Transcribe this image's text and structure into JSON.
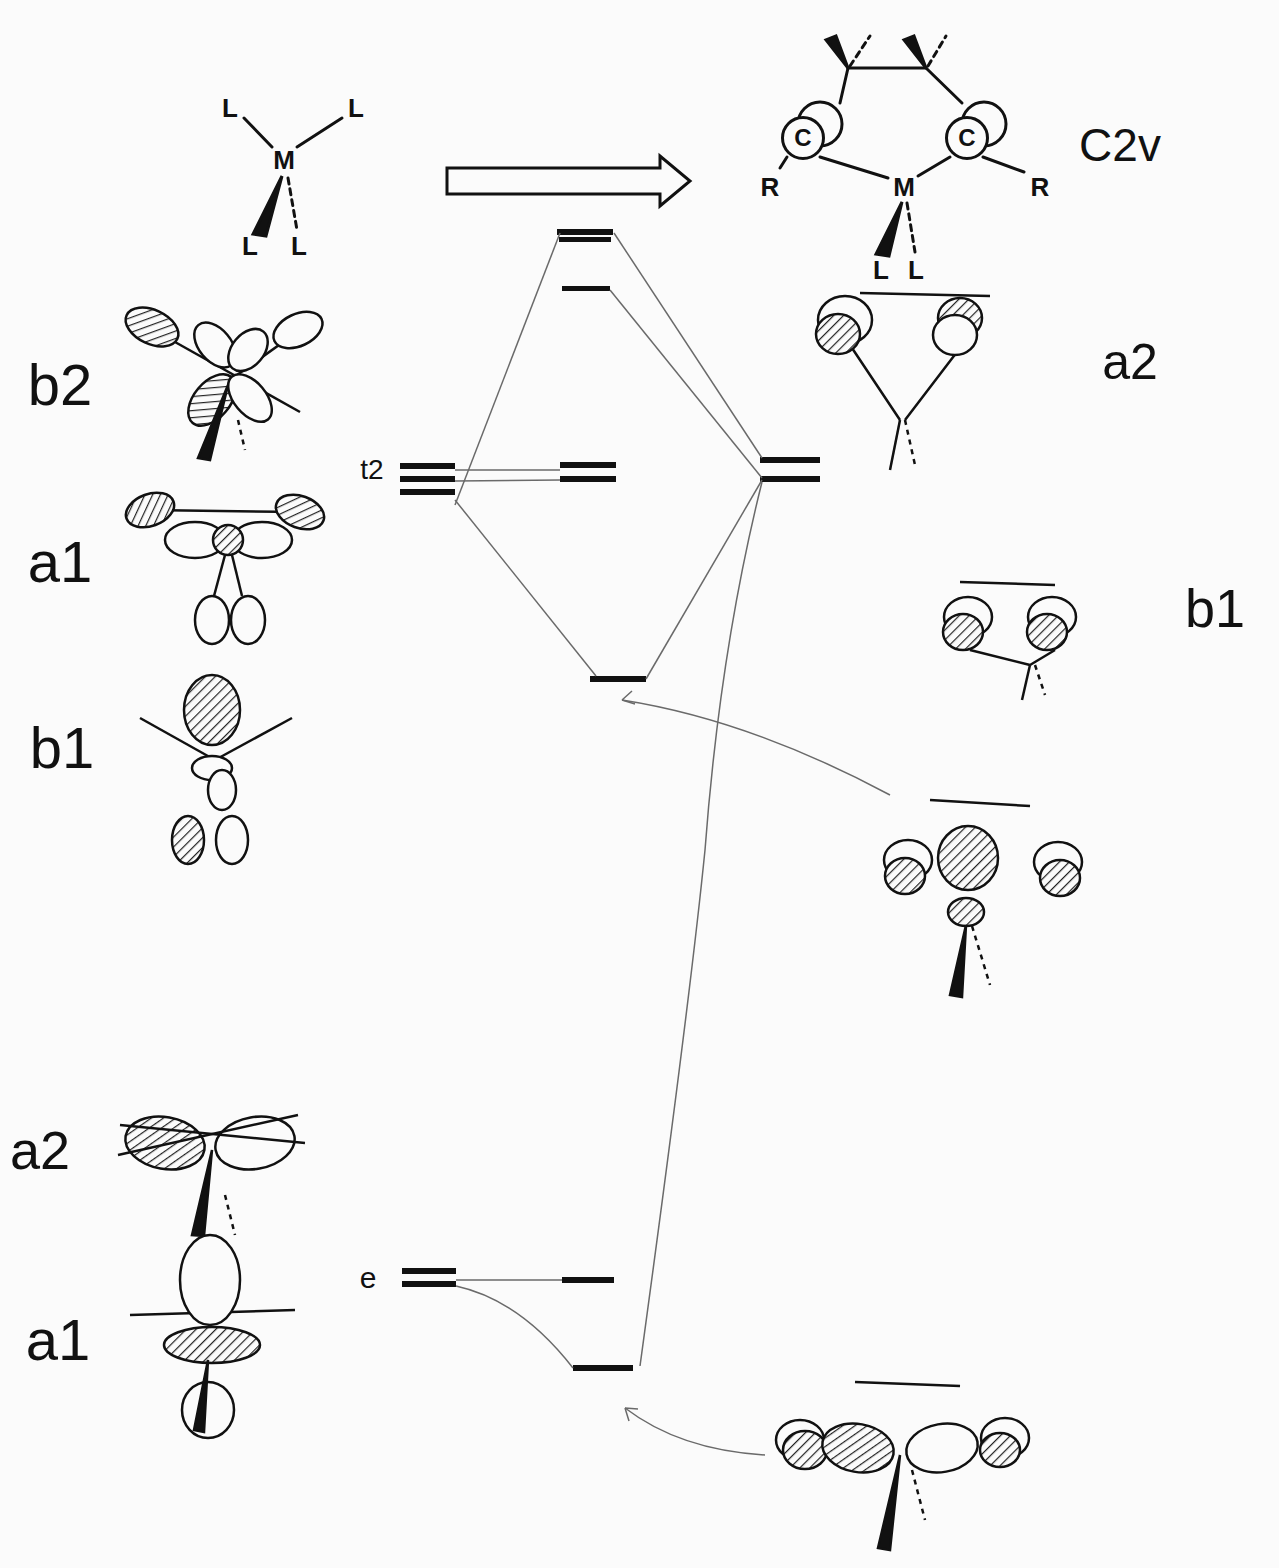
{
  "diagram": {
    "nodes": [
      {
        "text": [
          "C"
        ]
      },
      {
        "text": [
          "C"
        ]
      }
    ],
    "labels": [
      "L",
      "L",
      "M",
      "L",
      "L",
      "R",
      "M",
      "R",
      "L",
      "L",
      "C2v",
      "b2",
      "a2",
      "t2",
      "a1",
      "b1",
      "b1",
      "a2",
      "e",
      "a1"
    ]
  }
}
